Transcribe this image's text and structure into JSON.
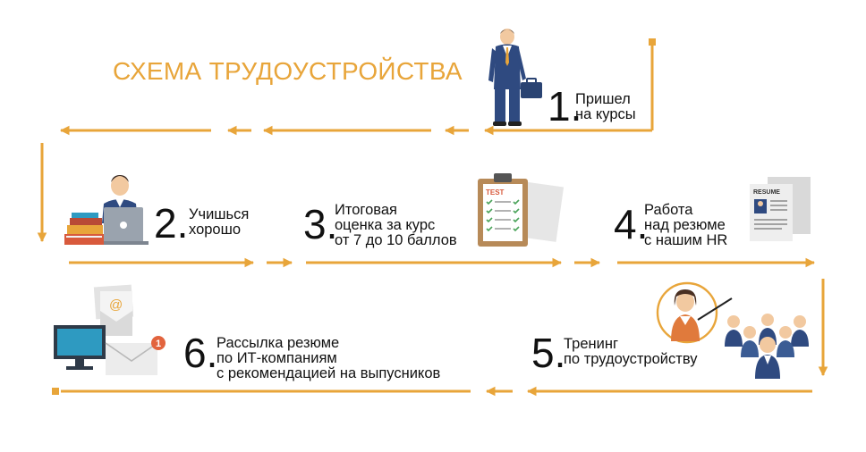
{
  "title": "СХЕМА ТРУДОУСТРОЙСТВА",
  "colors": {
    "accent": "#E8A53A",
    "text": "#111111",
    "suit": "#2F4A80",
    "paper": "#F2F2F2",
    "monitor": "#2E9AC1",
    "badge": "#E2643E"
  },
  "steps": [
    {
      "number": "1.",
      "text": "Пришел\nна курсы",
      "icon": "man-with-briefcase-icon"
    },
    {
      "number": "2.",
      "text": "Учишься\nхорошо",
      "icon": "student-at-laptop-icon"
    },
    {
      "number": "3.",
      "text": "Итоговая\nоценка за курс\nот 7 до 10 баллов",
      "icon": "test-clipboard-icon"
    },
    {
      "number": "4.",
      "text": "Работа\nнад резюме\nс нашим HR",
      "icon": "resume-document-icon"
    },
    {
      "number": "5.",
      "text": "Тренинг\nпо трудоустройству",
      "icon": "trainer-with-group-icon"
    },
    {
      "number": "6.",
      "text": "Рассылка резюме\nпо ИТ-компаниям\nс рекомендацией на выпусников",
      "icon": "monitor-with-email-icon"
    }
  ],
  "labels": {
    "test": "TEST",
    "resume": "RESUME",
    "at": "@",
    "notification": "1"
  }
}
